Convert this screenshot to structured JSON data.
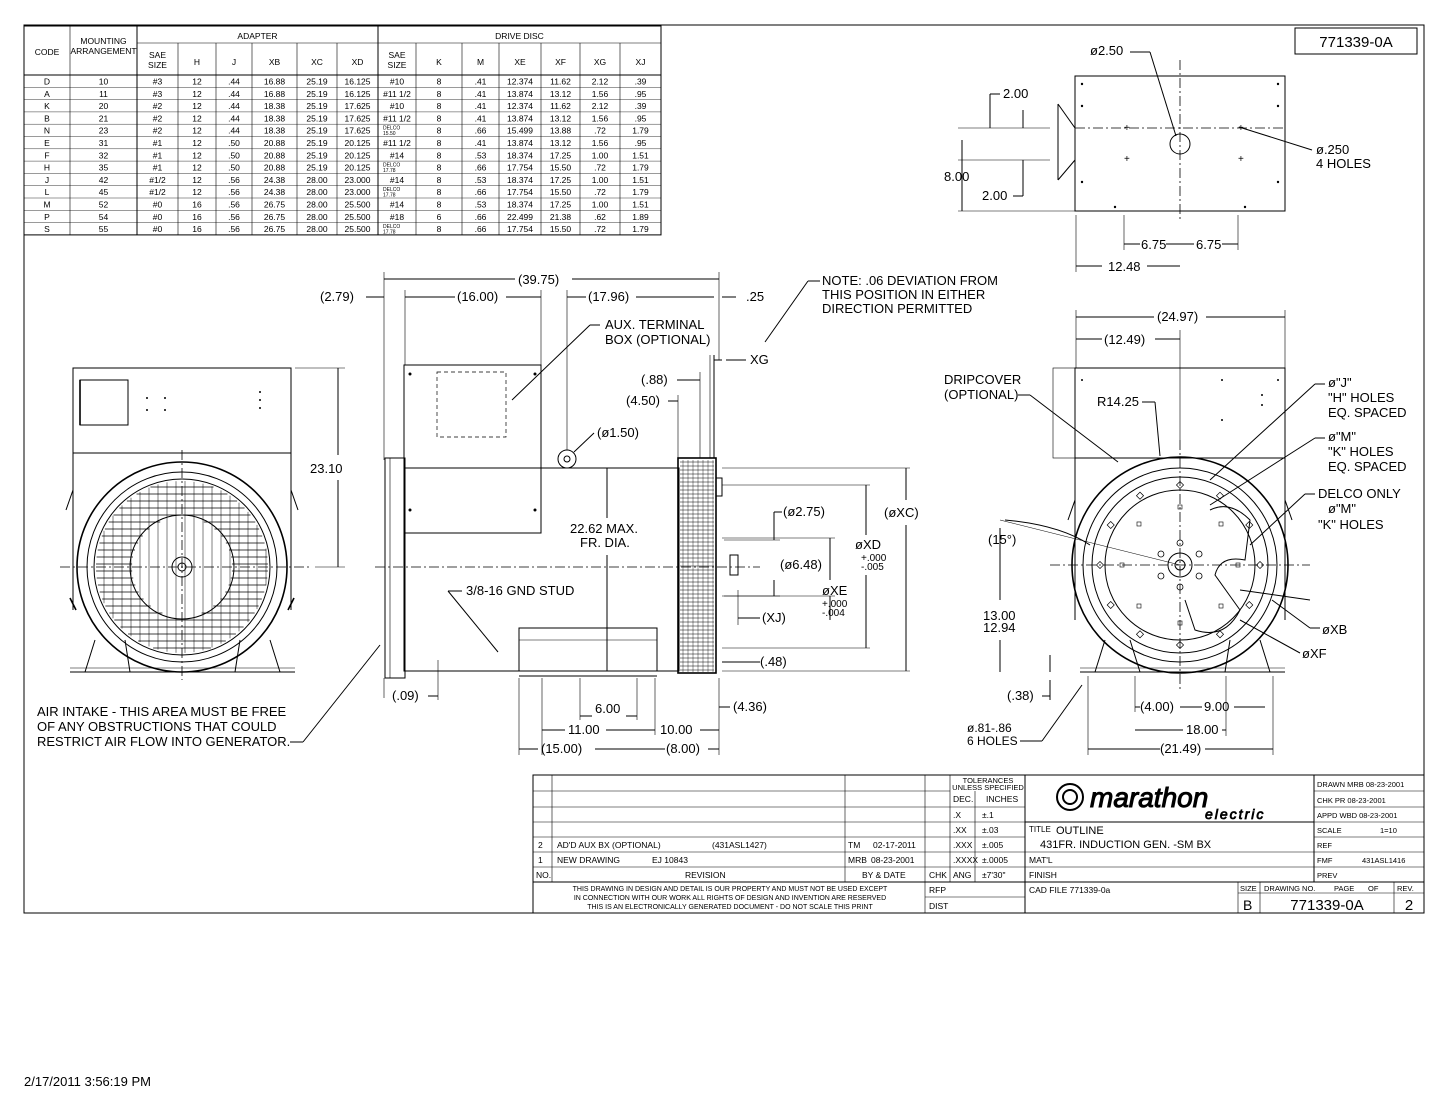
{
  "drawing_number_top": "771339-0A",
  "spec_table": {
    "group_headers": {
      "adapter": "ADAPTER",
      "drive_disc": "DRIVE DISC"
    },
    "columns": [
      "CODE",
      "MOUNTING ARRANGEMENT",
      "SAE SIZE",
      "H",
      "J",
      "XB",
      "XC",
      "XD",
      "SAE SIZE",
      "K",
      "M",
      "XE",
      "XF",
      "XG",
      "XJ"
    ],
    "rows": [
      [
        "D",
        "10",
        "#3",
        "12",
        ".44",
        "16.88",
        "25.19",
        "16.125",
        "#10",
        "8",
        ".41",
        "12.374",
        "11.62",
        "2.12",
        ".39"
      ],
      [
        "A",
        "11",
        "#3",
        "12",
        ".44",
        "16.88",
        "25.19",
        "16.125",
        "#11 1/2",
        "8",
        ".41",
        "13.874",
        "13.12",
        "1.56",
        ".95"
      ],
      [
        "K",
        "20",
        "#2",
        "12",
        ".44",
        "18.38",
        "25.19",
        "17.625",
        "#10",
        "8",
        ".41",
        "12.374",
        "11.62",
        "2.12",
        ".39"
      ],
      [
        "B",
        "21",
        "#2",
        "12",
        ".44",
        "18.38",
        "25.19",
        "17.625",
        "#11 1/2",
        "8",
        ".41",
        "13.874",
        "13.12",
        "1.56",
        ".95"
      ],
      [
        "N",
        "23",
        "#2",
        "12",
        ".44",
        "18.38",
        "25.19",
        "17.625",
        "DELCO 15.50",
        "8",
        ".66",
        "15.499",
        "13.88",
        ".72",
        "1.79"
      ],
      [
        "E",
        "31",
        "#1",
        "12",
        ".50",
        "20.88",
        "25.19",
        "20.125",
        "#11 1/2",
        "8",
        ".41",
        "13.874",
        "13.12",
        "1.56",
        ".95"
      ],
      [
        "F",
        "32",
        "#1",
        "12",
        ".50",
        "20.88",
        "25.19",
        "20.125",
        "#14",
        "8",
        ".53",
        "18.374",
        "17.25",
        "1.00",
        "1.51"
      ],
      [
        "H",
        "35",
        "#1",
        "12",
        ".50",
        "20.88",
        "25.19",
        "20.125",
        "DELCO 17.78",
        "8",
        ".66",
        "17.754",
        "15.50",
        ".72",
        "1.79"
      ],
      [
        "J",
        "42",
        "#1/2",
        "12",
        ".56",
        "24.38",
        "28.00",
        "23.000",
        "#14",
        "8",
        ".53",
        "18.374",
        "17.25",
        "1.00",
        "1.51"
      ],
      [
        "L",
        "45",
        "#1/2",
        "12",
        ".56",
        "24.38",
        "28.00",
        "23.000",
        "DELCO 17.78",
        "8",
        ".66",
        "17.754",
        "15.50",
        ".72",
        "1.79"
      ],
      [
        "M",
        "52",
        "#0",
        "16",
        ".56",
        "26.75",
        "28.00",
        "25.500",
        "#14",
        "8",
        ".53",
        "18.374",
        "17.25",
        "1.00",
        "1.51"
      ],
      [
        "P",
        "54",
        "#0",
        "16",
        ".56",
        "26.75",
        "28.00",
        "25.500",
        "#18",
        "6",
        ".66",
        "22.499",
        "21.38",
        ".62",
        "1.89"
      ],
      [
        "S",
        "55",
        "#0",
        "16",
        ".56",
        "26.75",
        "28.00",
        "25.500",
        "DELCO 17.78",
        "8",
        ".66",
        "17.754",
        "15.50",
        ".72",
        "1.79"
      ]
    ]
  },
  "top_view": {
    "dia_250": "ø2.50",
    "dim_200_a": "2.00",
    "dim_200_b": "2.00",
    "dim_800": "8.00",
    "holes_1": "ø.250",
    "holes_2": "4 HOLES",
    "dim_675_a": "6.75",
    "dim_675_b": "6.75",
    "dim_1248": "12.48"
  },
  "side_view": {
    "d3975": "(39.75)",
    "d279": "(2.79)",
    "d1600": "(16.00)",
    "d1796": "(17.96)",
    "d025": ".25",
    "note_1": "NOTE: .06 DEVIATION FROM",
    "note_2": "THIS POSITION IN EITHER",
    "note_3": "DIRECTION PERMITTED",
    "aux_1": "AUX. TERMINAL",
    "aux_2": "BOX (OPTIONAL)",
    "xg": "XG",
    "d088": "(.88)",
    "d450": "(4.50)",
    "d150": "(ø1.50)",
    "dia_1": "22.62 MAX.",
    "dia_2": "FR. DIA.",
    "d275": "(ø2.75)",
    "d648": "(ø6.48)",
    "xd": "øXD",
    "xd_tol_1": "+.000",
    "xd_tol_2": "-.005",
    "xc": "(øXC)",
    "xe": "øXE",
    "xe_tol_1": "+.000",
    "xe_tol_2": "-.004",
    "xj": "(XJ)",
    "gnd": "3/8-16 GND STUD",
    "d048": "(.48)",
    "d009": "(.09)",
    "d436": "(4.36)",
    "d600": "6.00",
    "d1100": "11.00",
    "d1000": "10.00",
    "d1500": "(15.00)",
    "d800": "(8.00)"
  },
  "left_view": {
    "d2310": "23.10",
    "air_1": "AIR INTAKE - THIS AREA MUST BE FREE",
    "air_2": "OF ANY OBSTRUCTIONS THAT COULD",
    "air_3": "RESTRICT AIR FLOW INTO GENERATOR."
  },
  "end_view": {
    "d2497": "(24.97)",
    "d1249": "(12.49)",
    "drip_1": "DRIPCOVER",
    "drip_2": "(OPTIONAL)",
    "r1425": "R14.25",
    "j_1": "ø\"J\"",
    "j_2": "\"H\" HOLES",
    "j_3": "EQ. SPACED",
    "m_1": "ø\"M\"",
    "m_2": "\"K\" HOLES",
    "m_3": "EQ. SPACED",
    "delco_1": "DELCO ONLY",
    "delco_2": "ø\"M\"",
    "delco_3": "\"K\" HOLES",
    "d15": "(15°)",
    "d1300": "13.00",
    "d1294": "12.94",
    "xb": "øXB",
    "xf": "øXF",
    "d038": "(.38)",
    "d400": "(4.00)",
    "d900": "9.00",
    "d1800": "18.00",
    "d2149": "(21.49)",
    "holes_1": "ø.81-.86",
    "holes_2": "6 HOLES"
  },
  "title_block": {
    "revisions": [
      {
        "no": "2",
        "desc": "AD'D AUX BX (OPTIONAL)",
        "ref": "(431ASL1427)",
        "by": "TM",
        "date": "02-17-2011"
      },
      {
        "no": "1",
        "desc": "NEW DRAWING",
        "ref": "EJ 10843",
        "by": "MRB",
        "date": "08-23-2001"
      }
    ],
    "rev_header": {
      "no": "NO.",
      "rev": "REVISION",
      "by": "BY & DATE",
      "chk": "CHK"
    },
    "disclaimer_1": "THIS DRAWING IN DESIGN AND DETAIL IS OUR PROPERTY AND MUST NOT BE USED EXCEPT",
    "disclaimer_2": "IN CONNECTION WITH OUR WORK ALL RIGHTS OF DESIGN AND INVENTION ARE RESERVED",
    "disclaimer_3": "THIS IS AN ELECTRONICALLY GENERATED DOCUMENT - DO NOT SCALE THIS PRINT",
    "tol_1": "TOLERANCES",
    "tol_2": "UNLESS SPECIFIED",
    "tol_dec": "DEC.",
    "tol_inches": "INCHES",
    "tol_rows": [
      [
        ".X",
        "±.1"
      ],
      [
        ".XX",
        "±.03"
      ],
      [
        ".XXX",
        "±.005"
      ],
      [
        ".XXXX",
        "±.0005"
      ],
      [
        "ANG",
        "±7'30\""
      ]
    ],
    "rfp": "RFP",
    "dist": "DIST",
    "logo_main": "marathon",
    "logo_sub": "electric",
    "title_label": "TITLE",
    "title_1": "OUTLINE",
    "title_2": "431FR. INDUCTION GEN. -SM BX",
    "matl": "MAT'L",
    "finish": "FINISH",
    "cad_file": "CAD FILE  771339-0a",
    "size_label": "SIZE",
    "size": "B",
    "dwg_label": "DRAWING NO.",
    "page_label": "PAGE",
    "of_label": "OF",
    "rev_label": "REV.",
    "dwg_no": "771339-0A",
    "rev": "2",
    "drawn": "DRAWN  MRB  08-23-2001",
    "chk": "CHK    PR   08-23-2001",
    "appd": "APPD  WBD  08-23-2001",
    "scale": "SCALE",
    "scale_val": "1=10",
    "ref": "REF",
    "fmf": "FMF",
    "fmf_val": "431ASL1416",
    "prev": "PREV"
  },
  "timestamp": "2/17/2011 3:56:19 PM"
}
